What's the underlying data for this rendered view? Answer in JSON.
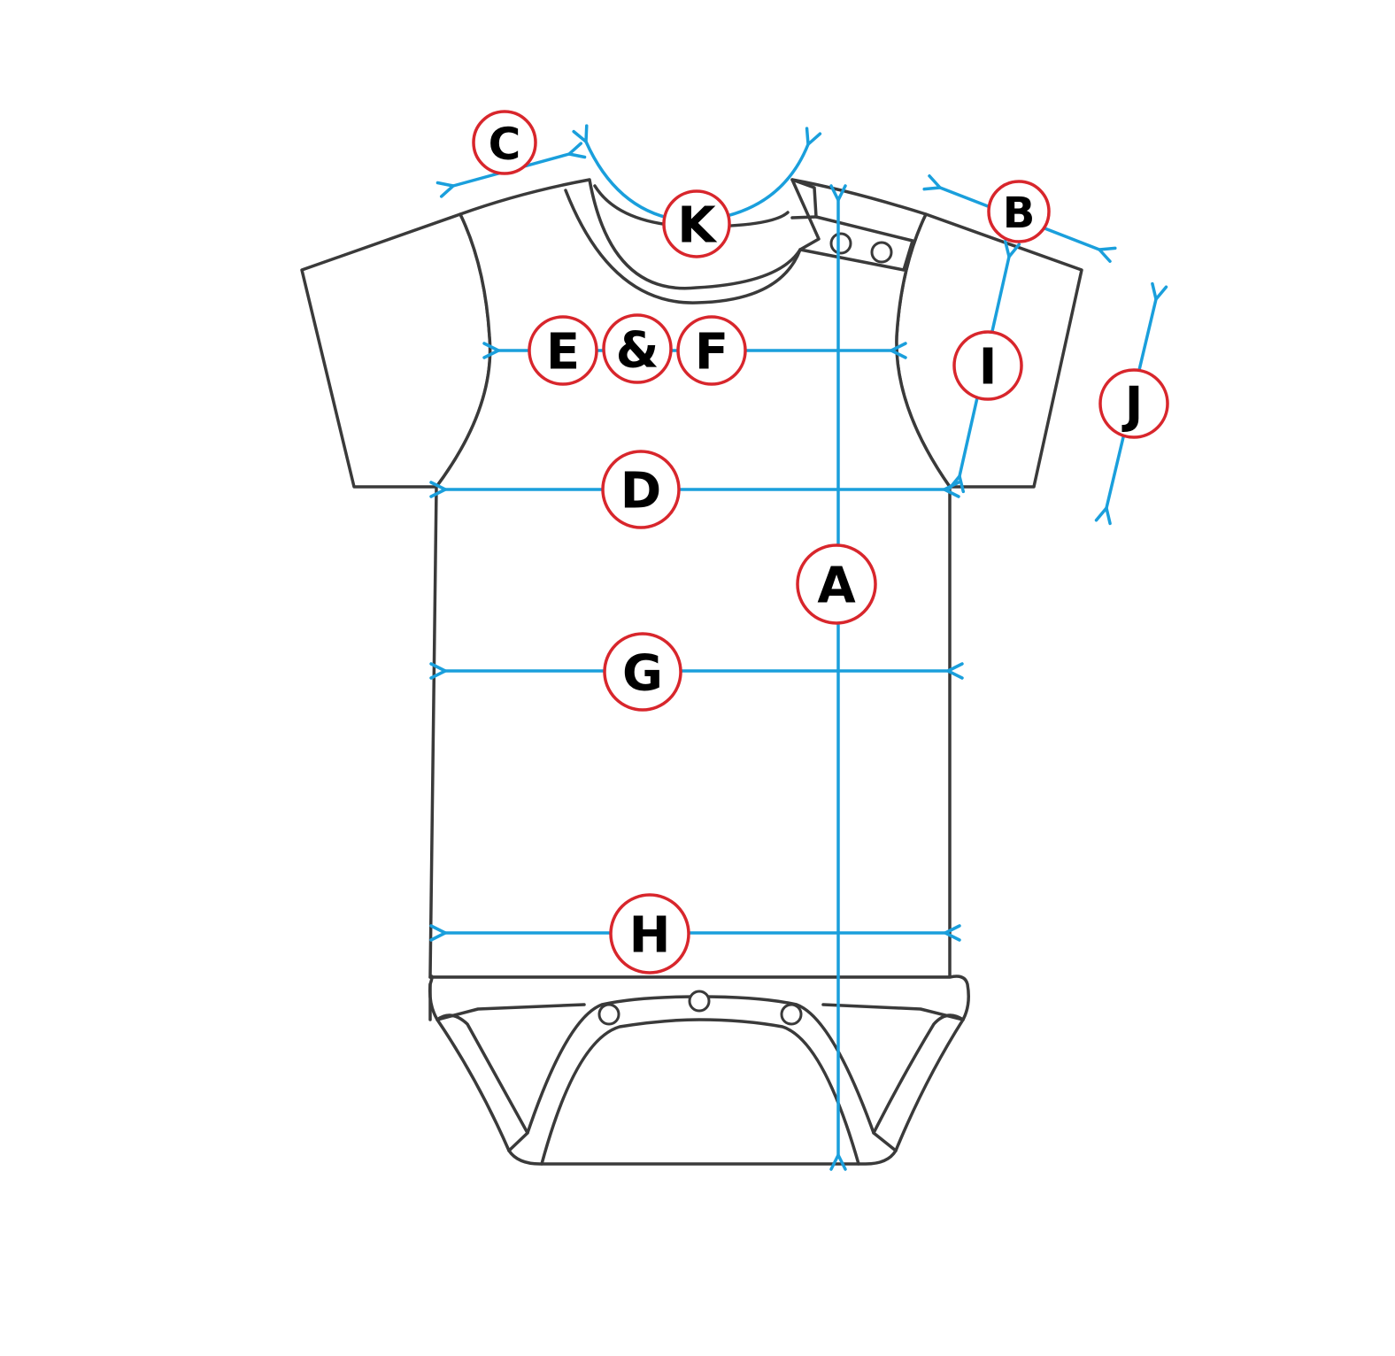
{
  "colors": {
    "outline": "#3a3a3a",
    "arrow": "#1a9fdc",
    "badge_ring": "#d8262c",
    "badge_text": "#000000",
    "background": "#ffffff"
  },
  "labels": {
    "A": "A",
    "B": "B",
    "C": "C",
    "D": "D",
    "E": "E",
    "amp": "&",
    "F": "F",
    "G": "G",
    "H": "H",
    "I": "I",
    "J": "J",
    "K": "K"
  }
}
